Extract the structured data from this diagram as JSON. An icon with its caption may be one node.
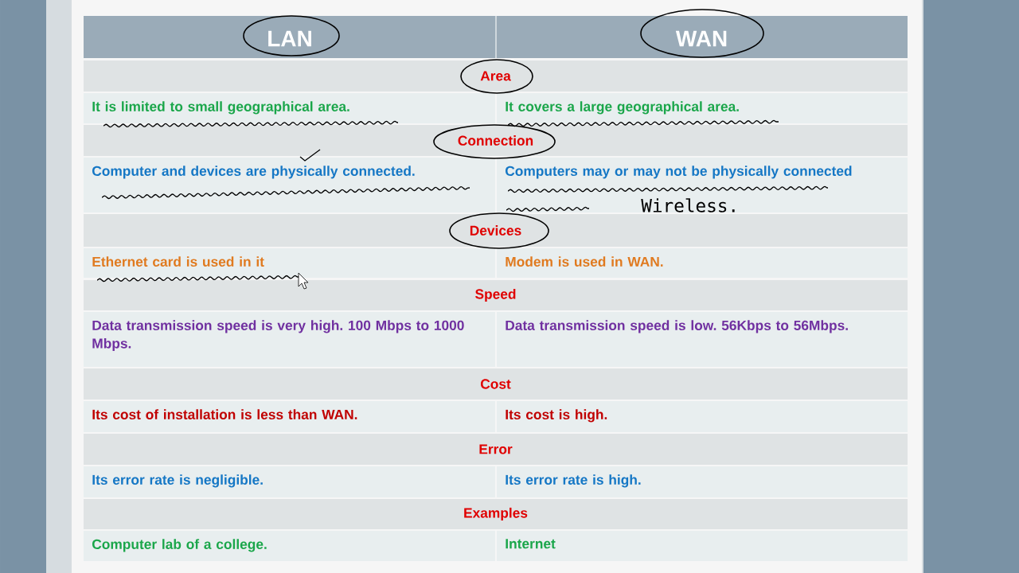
{
  "diagram": {
    "labels": [
      "LAN",
      "WAN",
      "Area",
      "It is limited to small geographical area.",
      "It covers a large geographical area.",
      "Connection",
      "Computer and devices are physically connected.",
      "Computers may or may not be physically connected",
      "Wireless.",
      "Devices",
      "Ethernet card is used in it",
      "Modem is used in WAN.",
      "Speed",
      "Data transmission speed is very high. 100 Mbps to 1000 Mbps.",
      "Data transmission speed is low. 56Kbps to 56Mbps.",
      "Cost",
      "Its cost of installation is less than WAN.",
      "Its cost is high.",
      "Error",
      "Its error rate is negligible.",
      "Its error rate is high.",
      "Examples",
      "Computer lab of a college.",
      "Internet"
    ]
  }
}
